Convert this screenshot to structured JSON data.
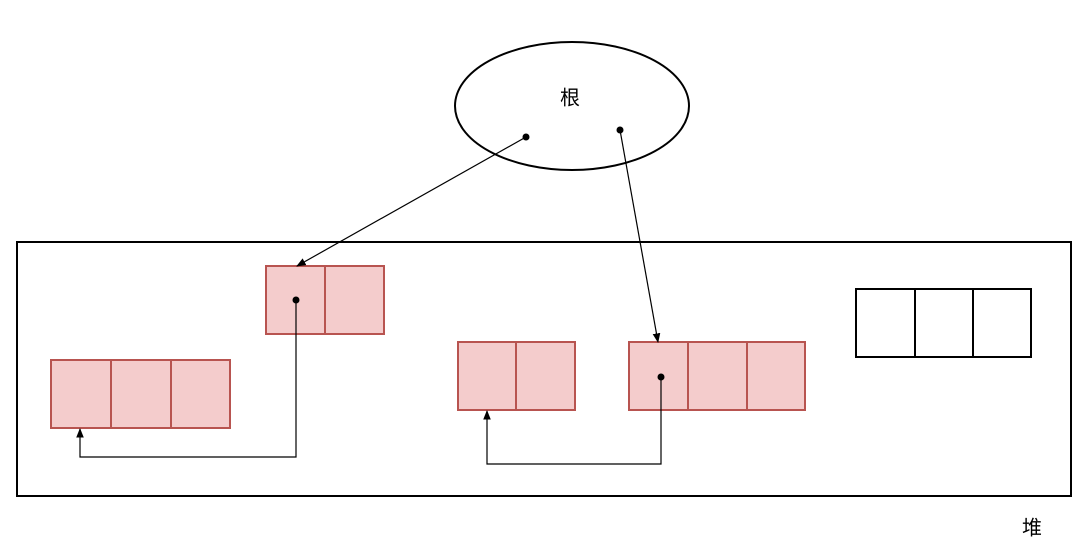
{
  "root": {
    "label": "根"
  },
  "heap": {
    "label": "堆"
  },
  "colors": {
    "object_fill": "#f4cccc",
    "object_stroke": "#b85450",
    "unreached_fill": "#ffffff",
    "unreached_stroke": "#000000",
    "line": "#000000"
  },
  "objects": [
    {
      "id": "obj-top-center",
      "cells": 2,
      "reachable": true
    },
    {
      "id": "obj-left",
      "cells": 3,
      "reachable": true
    },
    {
      "id": "obj-middle",
      "cells": 2,
      "reachable": true
    },
    {
      "id": "obj-right-center",
      "cells": 3,
      "reachable": true
    },
    {
      "id": "obj-far-right",
      "cells": 3,
      "reachable": false
    }
  ],
  "references": [
    {
      "from": "root",
      "to": "obj-top-center"
    },
    {
      "from": "root",
      "to": "obj-right-center"
    },
    {
      "from": "obj-top-center",
      "to": "obj-left"
    },
    {
      "from": "obj-right-center",
      "to": "obj-middle"
    }
  ]
}
